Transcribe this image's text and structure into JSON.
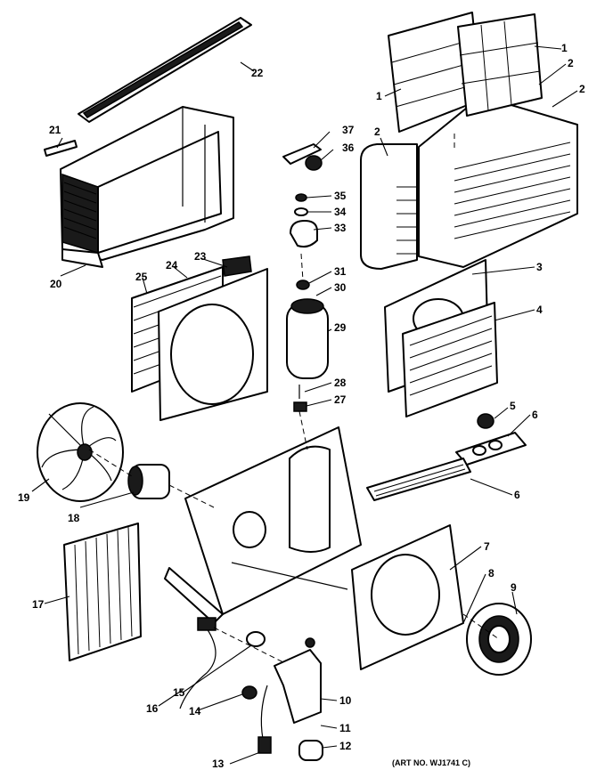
{
  "diagram": {
    "art_number": "(ART NO. WJ1741 C)",
    "callouts": [
      "1",
      "1",
      "2",
      "2",
      "2",
      "3",
      "4",
      "5",
      "6",
      "6",
      "7",
      "8",
      "9",
      "10",
      "11",
      "12",
      "13",
      "14",
      "15",
      "16",
      "17",
      "18",
      "19",
      "20",
      "21",
      "22",
      "23",
      "24",
      "25",
      "27",
      "28",
      "29",
      "30",
      "31",
      "33",
      "34",
      "35",
      "36",
      "37"
    ]
  }
}
